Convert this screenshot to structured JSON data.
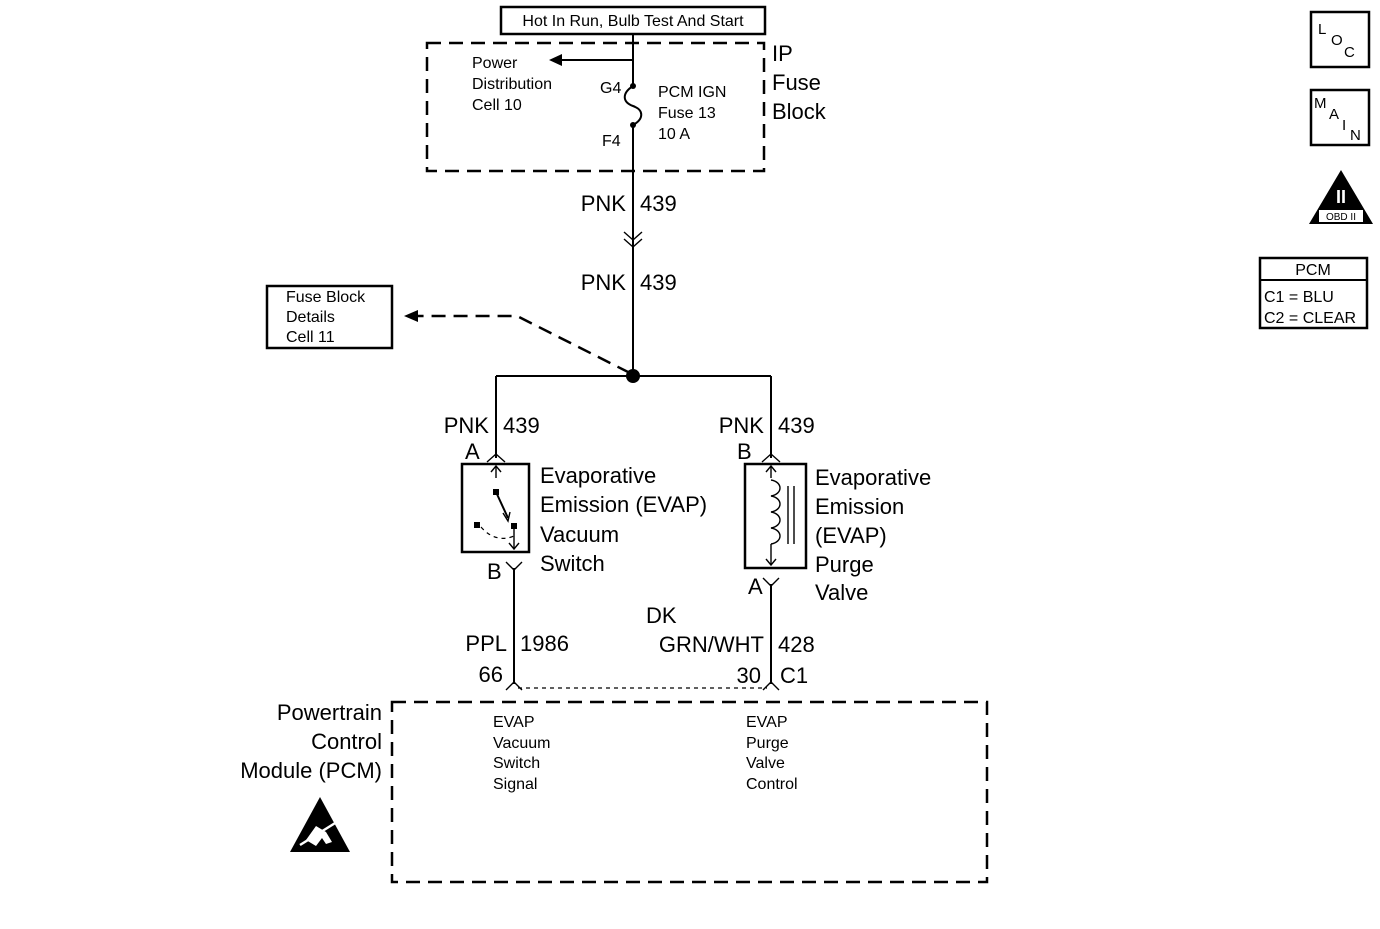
{
  "header": {
    "circuit_label": "Hot In Run, Bulb Test And Start"
  },
  "fuse_block": {
    "name_line1": "IP",
    "name_line2": "Fuse",
    "name_line3": "Block",
    "power_dist_line1": "Power",
    "power_dist_line2": "Distribution",
    "power_dist_line3": "Cell 10",
    "terminal_top": "G4",
    "terminal_bottom": "F4",
    "fuse_line1": "PCM IGN",
    "fuse_line2": "Fuse 13",
    "fuse_line3": "10 A"
  },
  "wires": {
    "main_upper": {
      "color": "PNK",
      "number": "439"
    },
    "main_lower": {
      "color": "PNK",
      "number": "439"
    },
    "left_branch": {
      "color": "PNK",
      "number": "439"
    },
    "right_branch": {
      "color": "PNK",
      "number": "439"
    },
    "switch_signal": {
      "color": "PPL",
      "number": "1986",
      "pin": "66"
    },
    "purge_control": {
      "color_line1": "DK",
      "color_line2": "GRN/WHT",
      "number": "428",
      "pin": "30",
      "connector": "C1"
    }
  },
  "fuse_details": {
    "line1": "Fuse Block",
    "line2": "Details",
    "line3": "Cell 11"
  },
  "vacuum_switch": {
    "pin_top": "A",
    "pin_bottom": "B",
    "name_line1": "Evaporative",
    "name_line2": "Emission (EVAP)",
    "name_line3": "Vacuum",
    "name_line4": "Switch"
  },
  "purge_valve": {
    "pin_top": "B",
    "pin_bottom": "A",
    "name_line1": "Evaporative",
    "name_line2": "Emission",
    "name_line3": "(EVAP)",
    "name_line4": "Purge",
    "name_line5": "Valve"
  },
  "pcm": {
    "name_line1": "Powertrain",
    "name_line2": "Control",
    "name_line3": "Module (PCM)",
    "input_line1": "EVAP",
    "input_line2": "Vacuum",
    "input_line3": "Switch",
    "input_line4": "Signal",
    "output_line1": "EVAP",
    "output_line2": "Purge",
    "output_line3": "Valve",
    "output_line4": "Control"
  },
  "legend": {
    "loc_icon": {
      "c1": "L",
      "c2": "O",
      "c3": "C"
    },
    "main_icon": {
      "c1": "M",
      "c2": "A",
      "c3": "I",
      "c4": "N"
    },
    "obd_icon": {
      "numeral": "II",
      "label": "OBD II"
    },
    "connector_table": {
      "title": "PCM",
      "row1": "C1 = BLU",
      "row2": "C2 = CLEAR"
    }
  }
}
